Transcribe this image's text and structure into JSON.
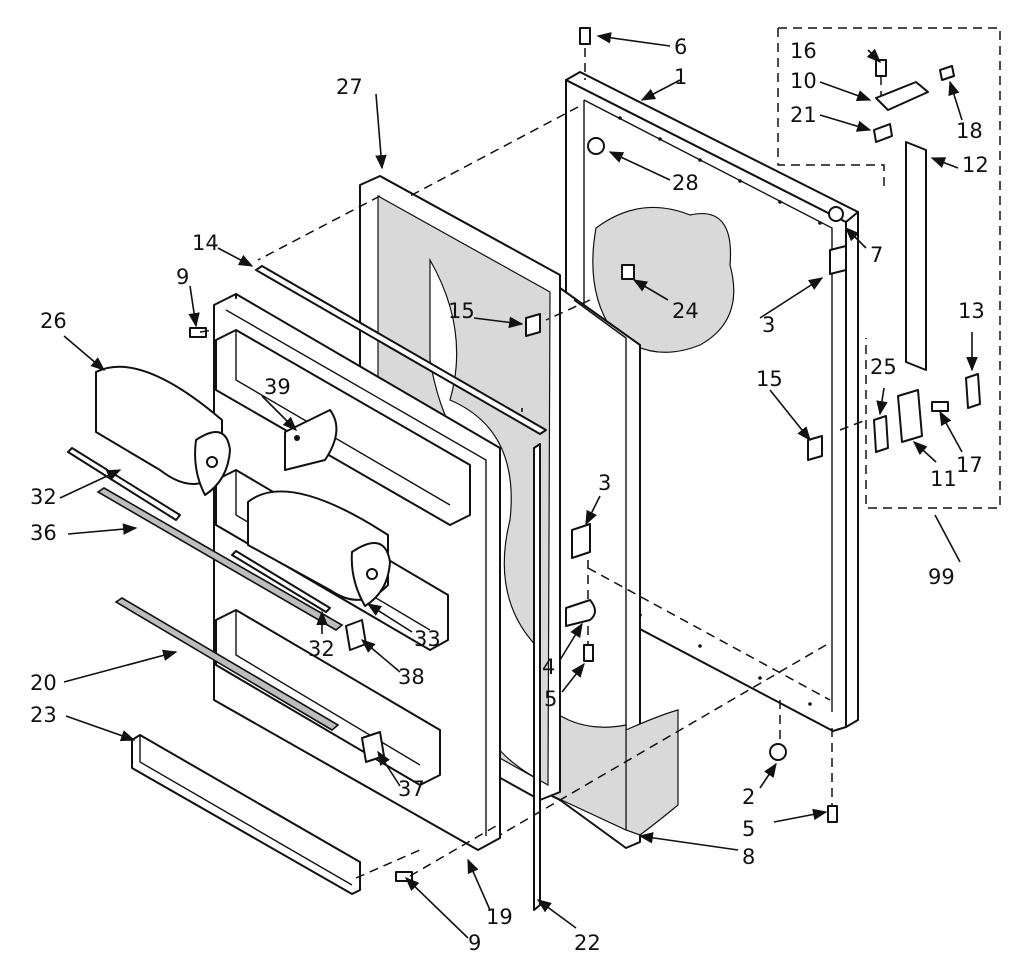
{
  "callouts": {
    "c1": "1",
    "c2": "2",
    "c3a": "3",
    "c3b": "3",
    "c4": "4",
    "c5a": "5",
    "c5b": "5",
    "c6": "6",
    "c7": "7",
    "c8": "8",
    "c9a": "9",
    "c9b": "9",
    "c10": "10",
    "c11": "11",
    "c12": "12",
    "c13": "13",
    "c14": "14",
    "c15a": "15",
    "c15b": "15",
    "c16": "16",
    "c17": "17",
    "c18": "18",
    "c19": "19",
    "c20": "20",
    "c21": "21",
    "c22": "22",
    "c23": "23",
    "c24": "24",
    "c25": "25",
    "c26": "26",
    "c27": "27",
    "c28": "28",
    "c32a": "32",
    "c32b": "32",
    "c33": "33",
    "c36": "36",
    "c37": "37",
    "c38": "38",
    "c39": "39",
    "c99": "99"
  },
  "style": {
    "line_color": "#111111",
    "background": "#ffffff",
    "insulation_fill": "#d9d9d9"
  }
}
